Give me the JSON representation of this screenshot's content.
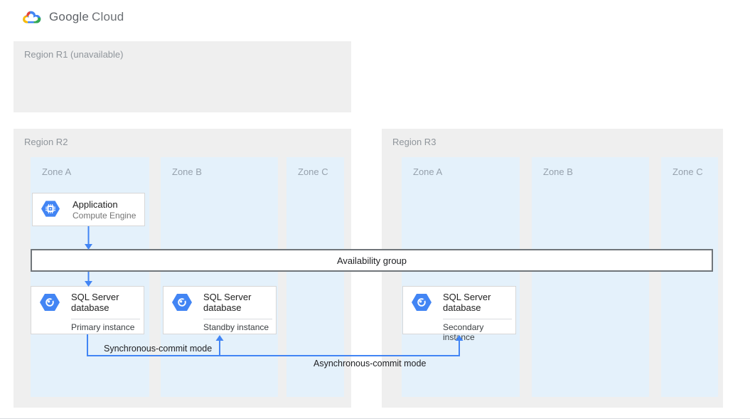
{
  "header": {
    "logo_part1": "Google",
    "logo_part2": "Cloud"
  },
  "regions": {
    "r1": {
      "label": "Region R1 (unavailable)"
    },
    "r2": {
      "label": "Region R2",
      "zones": [
        {
          "label": "Zone A"
        },
        {
          "label": "Zone B"
        },
        {
          "label": "Zone C"
        }
      ]
    },
    "r3": {
      "label": "Region R3",
      "zones": [
        {
          "label": "Zone A"
        },
        {
          "label": "Zone B"
        },
        {
          "label": "Zone C"
        }
      ]
    }
  },
  "nodes": {
    "application": {
      "title": "Application",
      "subtitle": "Compute Engine",
      "icon": "compute-engine-icon"
    },
    "availability_group": {
      "label": "Availability group"
    },
    "databases": [
      {
        "title": "SQL Server database",
        "instance": "Primary instance",
        "icon": "cloud-sql-icon"
      },
      {
        "title": "SQL Server database",
        "instance": "Standby instance",
        "icon": "cloud-sql-icon"
      },
      {
        "title": "SQL Server database",
        "instance": "Secondary instance",
        "icon": "cloud-sql-icon"
      }
    ]
  },
  "connections": {
    "sync_label": "Synchronous-commit mode",
    "async_label": "Asynchronous-commit mode"
  },
  "colors": {
    "arrow_blue": "#4285F4",
    "region_fill": "#EFEFEF",
    "zone_fill": "#E4F1FB",
    "availability_border": "#70757A",
    "card_border": "#D7D7D7",
    "logo_blue": "#4285F4",
    "logo_red": "#EA4335",
    "logo_yellow": "#FBBC05",
    "logo_green": "#34A853"
  }
}
